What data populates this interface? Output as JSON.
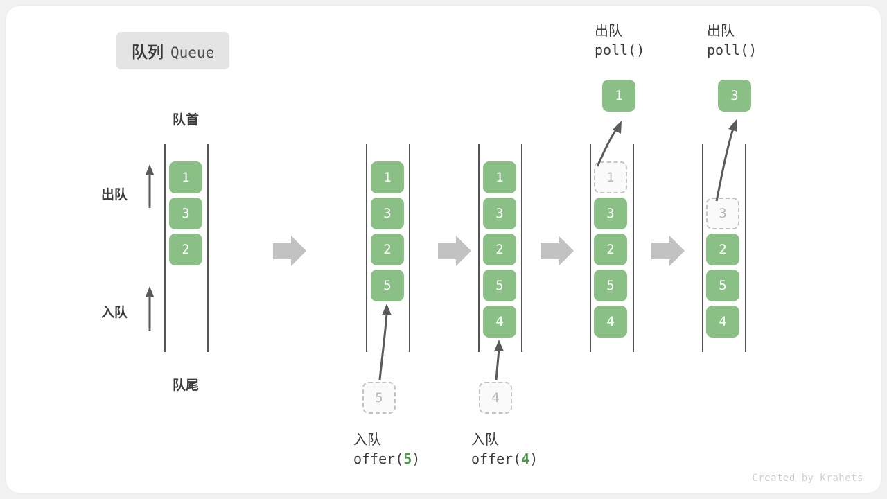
{
  "title": {
    "cn": "队列",
    "en": "Queue"
  },
  "labels": {
    "head": "队首",
    "tail": "队尾",
    "dequeue": "出队",
    "enqueue": "入队"
  },
  "colors": {
    "element_green": "#8ac086",
    "ghost_border": "#c4c4c4",
    "ghost_text": "#b8b8b8",
    "rail": "#555555",
    "flow_arrow": "#c2c2c2",
    "action_arrow": "#5a5a5a",
    "badge_bg": "#e4e4e4",
    "code_arg": "#4a9a47",
    "credit": "#cfcfcf"
  },
  "stages": [
    {
      "id": "stage-1",
      "name": "initial-queue",
      "cells": [
        "1",
        "3",
        "2"
      ],
      "ghost_slots": [],
      "empty_slots": 0
    },
    {
      "id": "stage-2",
      "name": "after-offer-5",
      "cells": [
        "1",
        "3",
        "2",
        "5"
      ],
      "ghost_slots": [],
      "empty_slots": 0,
      "incoming": {
        "value": "5",
        "caption_cn": "入队",
        "caption_code_prefix": "offer(",
        "caption_code_arg": "5",
        "caption_code_suffix": ")"
      }
    },
    {
      "id": "stage-3",
      "name": "after-offer-4",
      "cells": [
        "1",
        "3",
        "2",
        "5",
        "4"
      ],
      "ghost_slots": [],
      "empty_slots": 0,
      "incoming": {
        "value": "4",
        "caption_cn": "入队",
        "caption_code_prefix": "offer(",
        "caption_code_arg": "4",
        "caption_code_suffix": ")"
      }
    },
    {
      "id": "stage-4",
      "name": "after-poll-1",
      "cells": [
        "3",
        "2",
        "5",
        "4"
      ],
      "ghost_slots": [
        "1"
      ],
      "empty_slots": 0,
      "outgoing": {
        "value": "1",
        "caption_cn": "出队",
        "caption_code": "poll()"
      }
    },
    {
      "id": "stage-5",
      "name": "after-poll-3",
      "cells": [
        "2",
        "5",
        "4"
      ],
      "ghost_slots": [
        "3"
      ],
      "empty_slots": 1,
      "outgoing": {
        "value": "3",
        "caption_cn": "出队",
        "caption_code": "poll()"
      }
    }
  ],
  "flow_arrows": 4,
  "credit": "Created by Krahets"
}
